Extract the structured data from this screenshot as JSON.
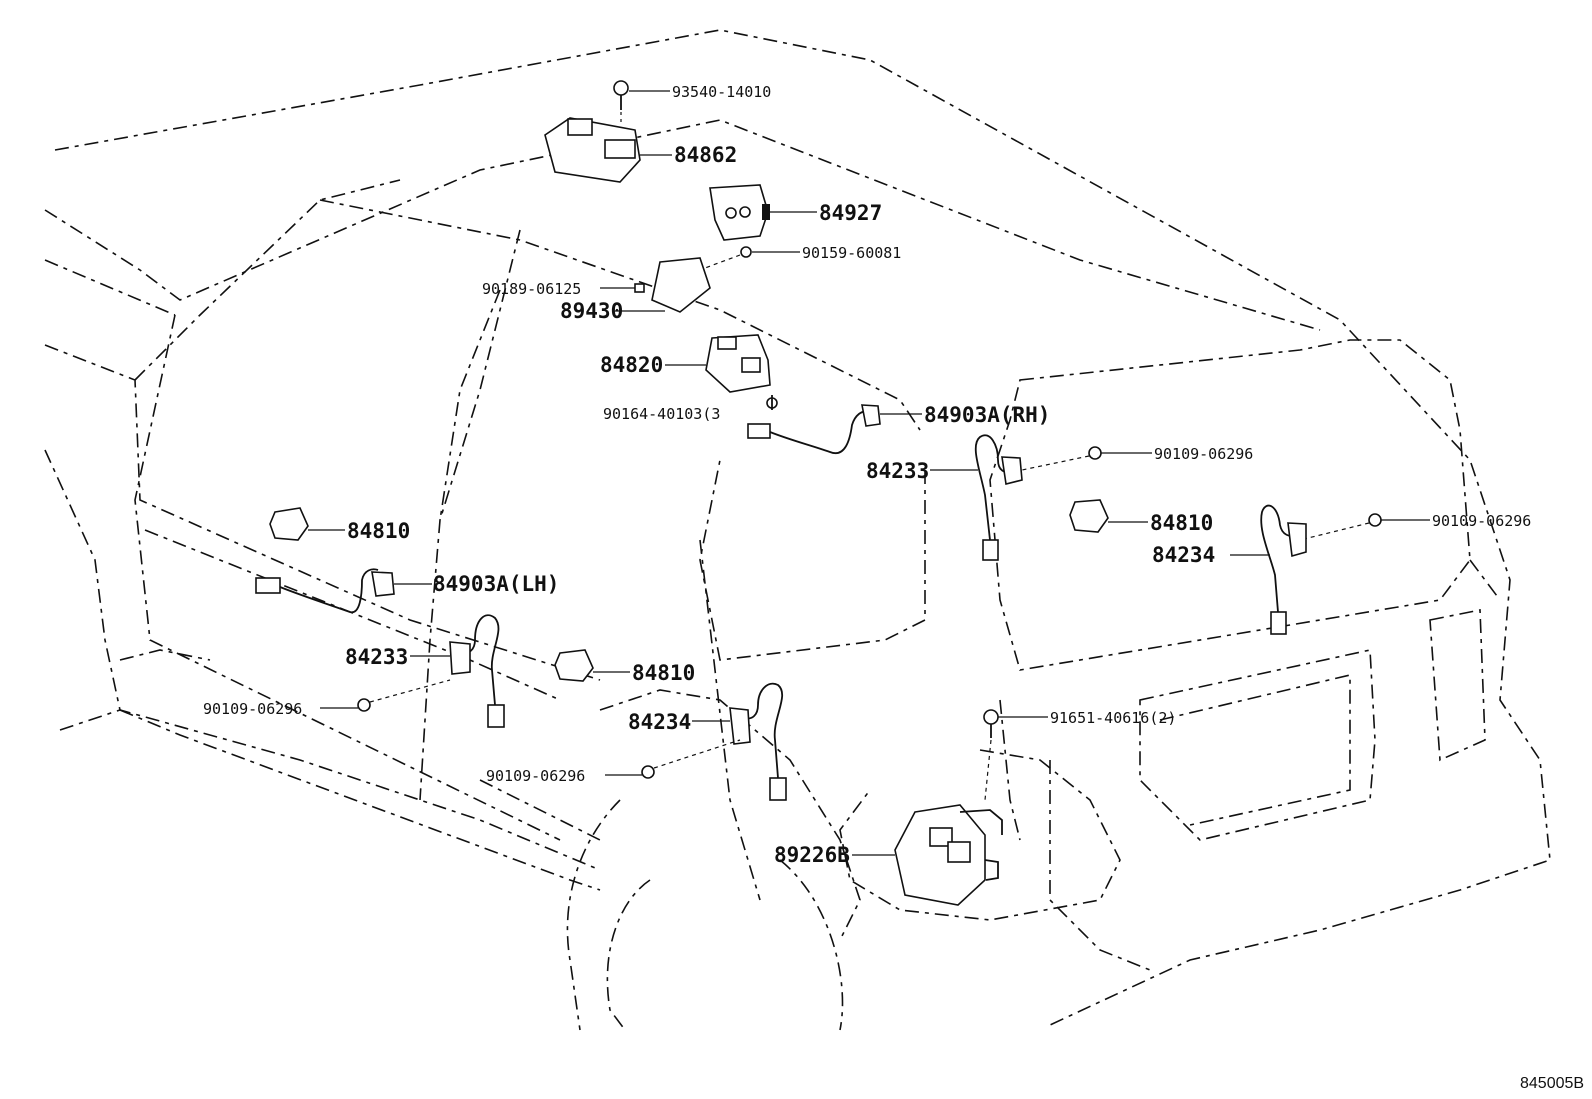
{
  "labels": {
    "p93540": "93540-14010",
    "p84862": "84862",
    "p84927": "84927",
    "p90159": "90159-60081",
    "p90189": "90189-06125",
    "p89430": "89430",
    "p84820": "84820",
    "p90164": "90164-40103(3",
    "p84903rh": "84903A(RH)",
    "p84233r": "84233",
    "p90109a": "90109-06296",
    "p84810r": "84810",
    "p90109b": "90109-06296",
    "p84234r": "84234",
    "p84810l": "84810",
    "p84903lh": "84903A(LH)",
    "p84233l": "84233",
    "p90109c": "90109-06296",
    "p84810c": "84810",
    "p84234c": "84234",
    "p90109d": "90109-06296",
    "p91651": "91651-40616(2)",
    "p89226": "89226B"
  },
  "reference_code": "845005B"
}
